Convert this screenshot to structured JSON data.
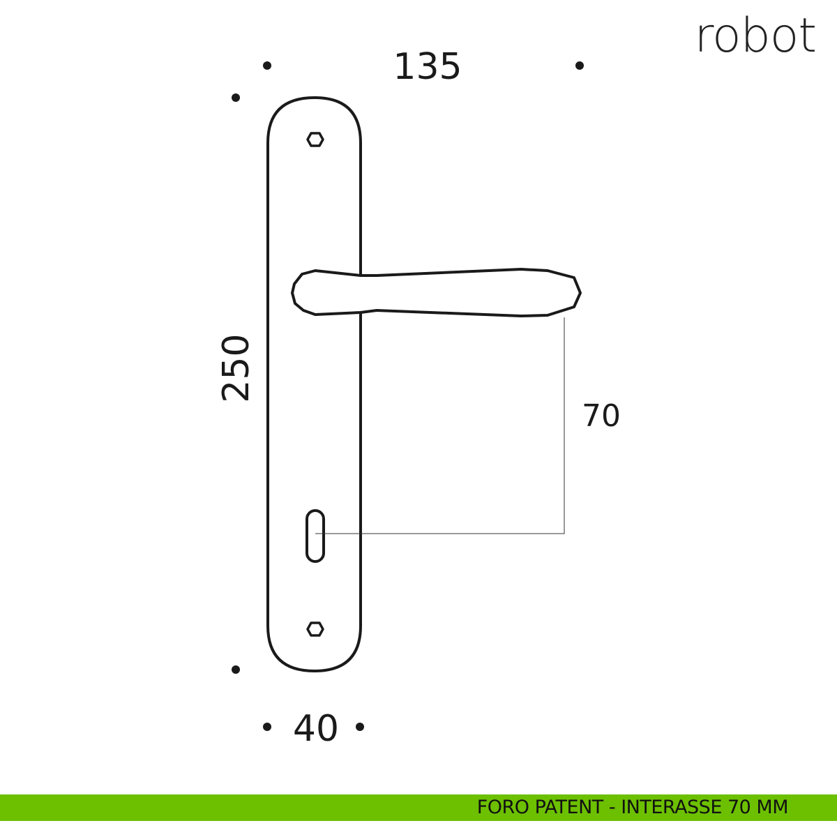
{
  "brand": "robot",
  "dimensions": {
    "overall_width": "135",
    "plate_height": "250",
    "center_distance": "70",
    "plate_width": "40"
  },
  "footer": {
    "caption": "FORO PATENT - INTERASSE 70 MM",
    "color": "#6cc000"
  }
}
